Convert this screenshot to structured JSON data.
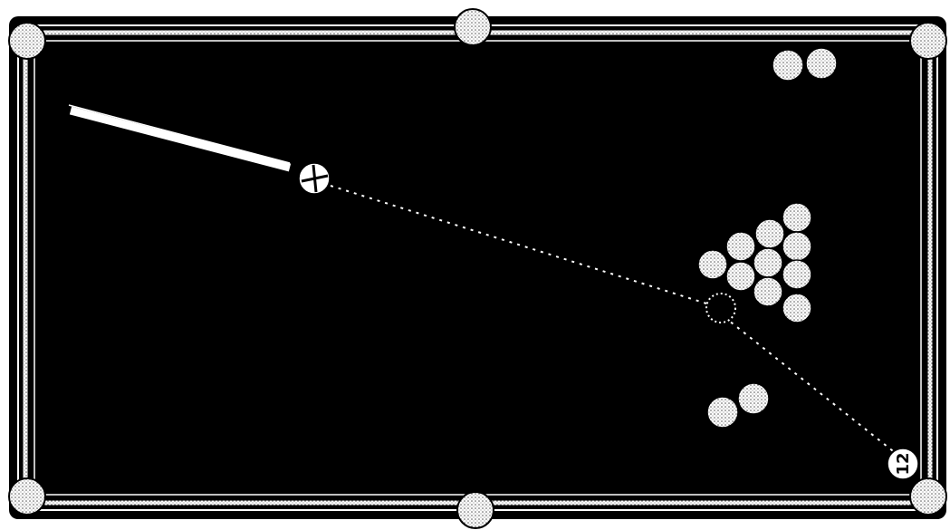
{
  "game": {
    "cue_ball": {
      "mark": "cross"
    },
    "object_ball": {
      "number": "12"
    },
    "colors": {
      "cloth": "#000000",
      "rail": "#ffffff",
      "ball_fill": "#ffffff",
      "pocket_fill": "#d8d8d8",
      "aim_line": "#ffffff"
    },
    "rack": {
      "ball_count": 10,
      "ghost_ball": true
    },
    "loose_balls": {
      "top_right_pair": 2,
      "bottom_pair": 2
    },
    "pockets": 6,
    "icons": {
      "cue": "cue-stick-icon",
      "cue_ball": "cue-ball-icon"
    }
  }
}
